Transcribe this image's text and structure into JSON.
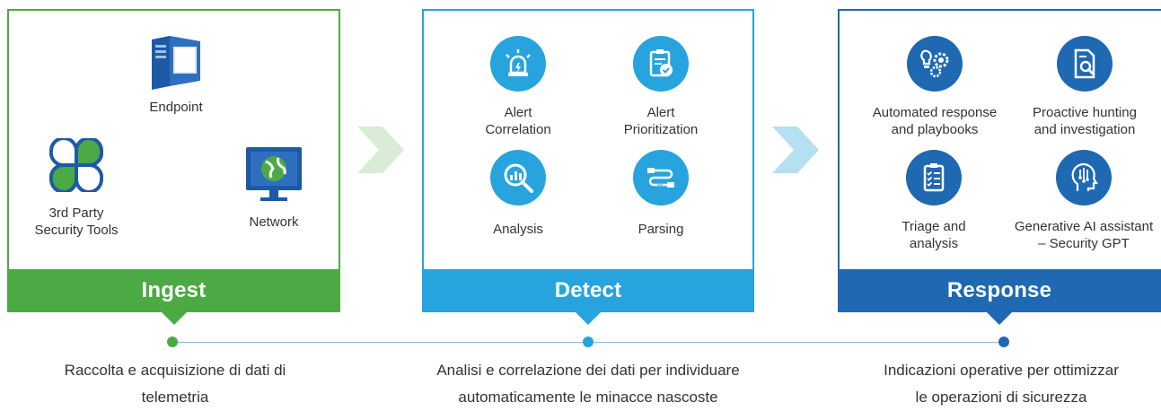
{
  "colors": {
    "ingest": "#4caa45",
    "detect": "#27a4de",
    "response": "#1f68b2",
    "chevron_ingest": "#d9ecd5",
    "chevron_detect": "#b7dff2",
    "line": "#8fb6d9"
  },
  "ingest": {
    "title": "Ingest",
    "items": [
      {
        "label": "Endpoint",
        "icon": "computer-tower-icon"
      },
      {
        "label": "3rd Party\nSecurity Tools",
        "icon": "clover-tools-icon"
      },
      {
        "label": "Network",
        "icon": "globe-monitor-icon"
      }
    ],
    "caption": "Raccolta e acquisizione di dati di\ntelemetria"
  },
  "detect": {
    "title": "Detect",
    "items": [
      {
        "label": "Alert\nCorrelation",
        "icon": "siren-icon"
      },
      {
        "label": "Alert\nPrioritization",
        "icon": "clipboard-check-icon"
      },
      {
        "label": "Analysis",
        "icon": "magnifier-chart-icon"
      },
      {
        "label": "Parsing",
        "icon": "flow-icon"
      }
    ],
    "caption": "Analisi e correlazione dei dati per individuare\nautomaticamente le minacce nascoste"
  },
  "response": {
    "title": "Response",
    "items": [
      {
        "label": "Automated response\nand playbooks",
        "icon": "gears-bulb-icon"
      },
      {
        "label": "Proactive hunting\nand investigation",
        "icon": "document-search-icon"
      },
      {
        "label": "Triage and\nanalysis",
        "icon": "clipboard-list-icon"
      },
      {
        "label": "Generative AI assistant\n– Security GPT",
        "icon": "ai-head-icon"
      }
    ],
    "caption": "Indicazioni operative per ottimizzar\nle operazioni di sicurezza"
  }
}
